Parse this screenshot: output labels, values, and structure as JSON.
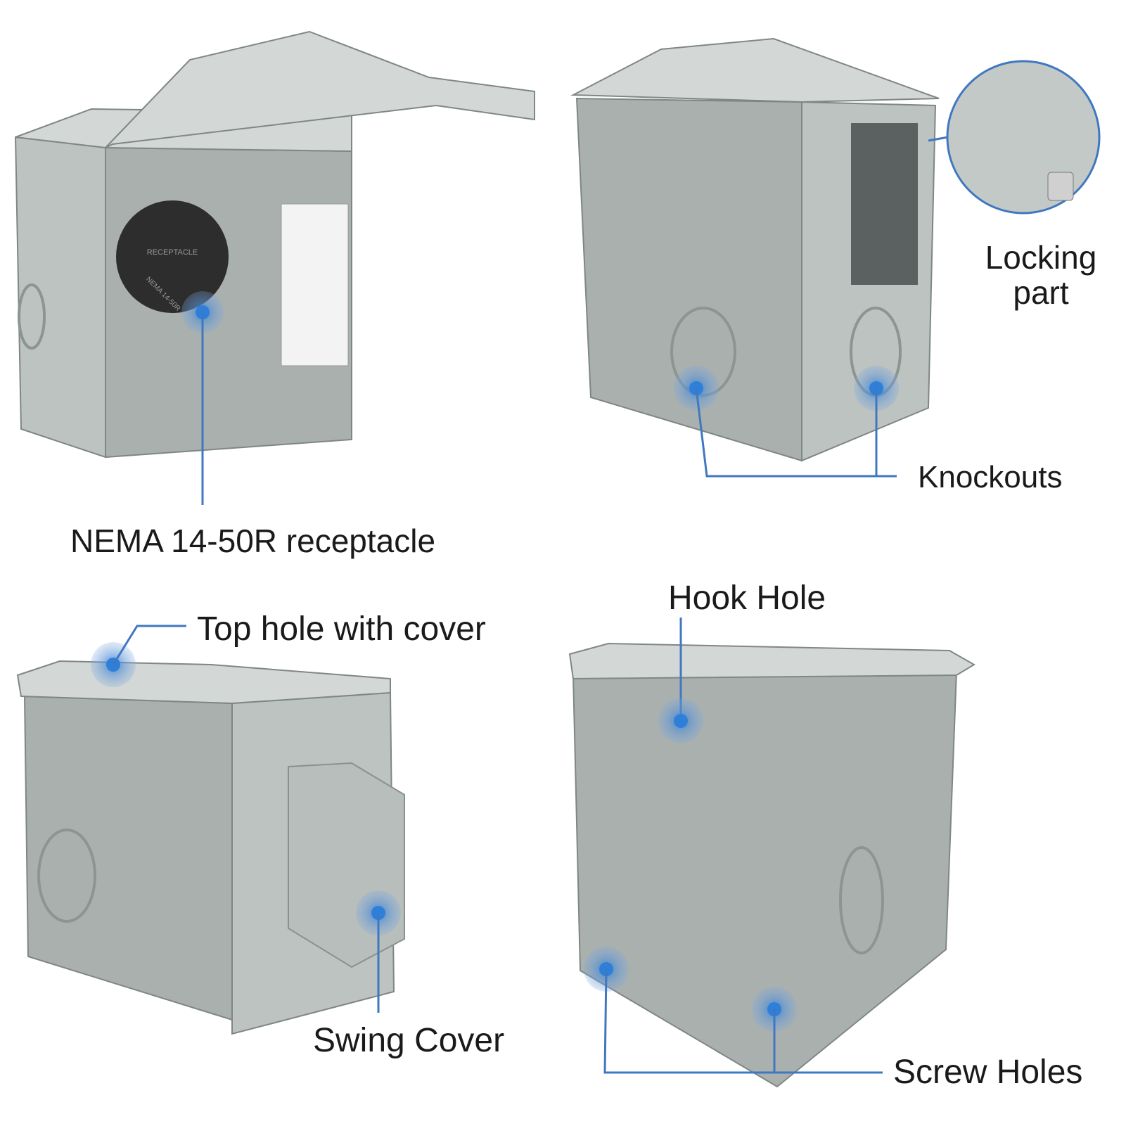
{
  "labels": {
    "receptacle": "NEMA 14-50R receptacle",
    "locking": [
      "Locking",
      "part"
    ],
    "knockouts": "Knockouts",
    "top_hole": "Top hole with cover",
    "hook_hole": "Hook Hole",
    "swing_cover": "Swing Cover",
    "screw_holes": "Screw Holes"
  },
  "receptacle_face": {
    "line1": "RECEPTACLE",
    "line2": "NEMA 14-50R"
  },
  "colors": {
    "callout": "#3f78c0",
    "marker": "#2f7fd8",
    "enclosure": "#a9b0ae"
  }
}
